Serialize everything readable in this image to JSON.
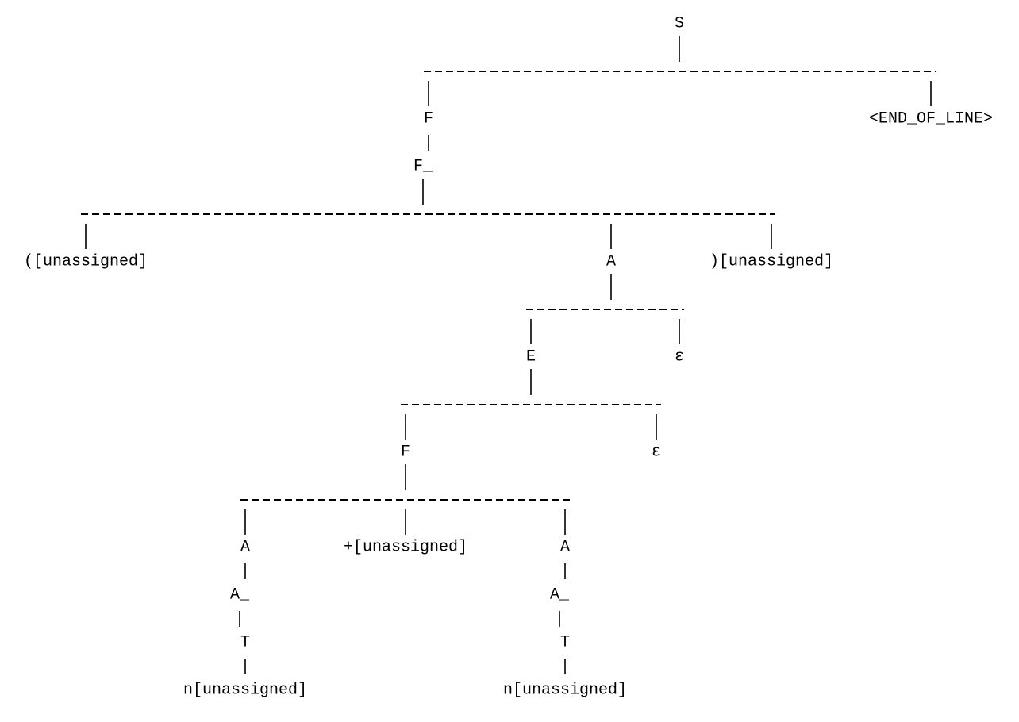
{
  "tree": {
    "label": "S",
    "children": [
      {
        "label": "F",
        "children": [
          {
            "label": "F_",
            "children": [
              {
                "label": "([unassigned]",
                "children": []
              },
              {
                "label": "A",
                "children": [
                  {
                    "label": "E",
                    "children": [
                      {
                        "label": "F",
                        "children": [
                          {
                            "label": "A",
                            "children": [
                              {
                                "label": "A_",
                                "children": [
                                  {
                                    "label": "T",
                                    "children": [
                                      {
                                        "label": "n[unassigned]",
                                        "children": []
                                      }
                                    ]
                                  }
                                ]
                              }
                            ]
                          },
                          {
                            "label": "+[unassigned]",
                            "children": []
                          },
                          {
                            "label": "A",
                            "children": [
                              {
                                "label": "A_",
                                "children": [
                                  {
                                    "label": "T",
                                    "children": [
                                      {
                                        "label": "n[unassigned]",
                                        "children": []
                                      }
                                    ]
                                  }
                                ]
                              }
                            ]
                          }
                        ]
                      },
                      {
                        "label": "ε",
                        "children": []
                      }
                    ]
                  },
                  {
                    "label": "ε",
                    "children": []
                  }
                ]
              },
              {
                "label": ")[unassigned]",
                "children": []
              }
            ]
          }
        ]
      },
      {
        "label": "<END_OF_LINE>",
        "children": []
      }
    ]
  }
}
